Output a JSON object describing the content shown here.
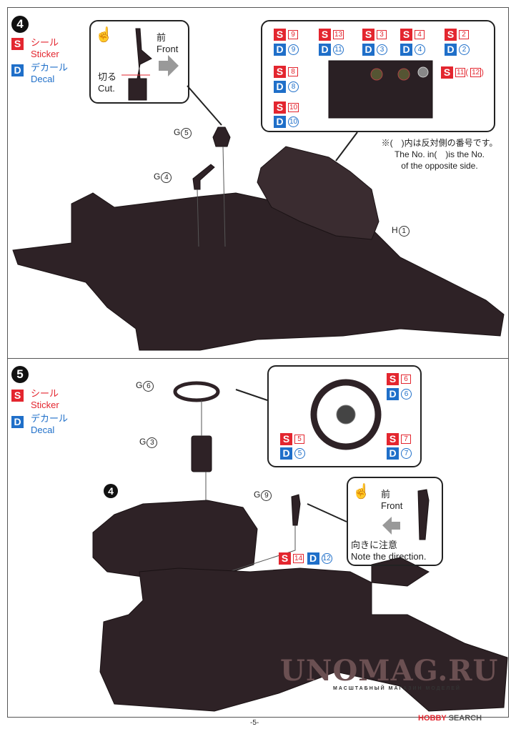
{
  "legend": {
    "S": "S",
    "D": "D",
    "sticker_jp": "シール",
    "sticker_en": "Sticker",
    "decal_jp": "デカール",
    "decal_en": "Decal"
  },
  "step4": {
    "number": "4",
    "shifter_callout": {
      "front_jp": "前",
      "front_en": "Front",
      "cut_jp": "切る",
      "cut_en": "Cut."
    },
    "parts": [
      {
        "letter": "G",
        "num": "5"
      },
      {
        "letter": "G",
        "num": "4"
      },
      {
        "letter": "H",
        "num": "1"
      }
    ],
    "dash_callout": {
      "items": [
        {
          "s": "9",
          "d": "9"
        },
        {
          "s": "13",
          "d": "11"
        },
        {
          "s": "3",
          "d": "3"
        },
        {
          "s": "4",
          "d": "4"
        },
        {
          "s": "2",
          "d": "2"
        },
        {
          "s": "8",
          "d": "8"
        },
        {
          "s": "10",
          "d": "10"
        }
      ],
      "side": {
        "s": "11",
        "paren_open": "(",
        "s_opposite": "12",
        "paren_close": ")"
      }
    },
    "note_jp": "※(　)内は反対側の番号です。",
    "note_en_1": "The No. in(　)is the No.",
    "note_en_2": "of the opposite side."
  },
  "step5": {
    "number": "5",
    "sub_ref": "4",
    "parts": [
      {
        "letter": "G",
        "num": "6"
      },
      {
        "letter": "G",
        "num": "3"
      },
      {
        "letter": "G",
        "num": "9"
      }
    ],
    "wheel_callout": {
      "items": [
        {
          "s": "6",
          "d": "6"
        },
        {
          "s": "5",
          "d": "5"
        },
        {
          "s": "7",
          "d": "7"
        }
      ]
    },
    "floor_marks": {
      "s": "14",
      "d": "12"
    },
    "lever_callout": {
      "front_jp": "前",
      "front_en": "Front",
      "note_jp": "向きに注意",
      "note_en": "Note the direction."
    }
  },
  "page_number": "-5-",
  "watermark": {
    "title": "UNOMAG.RU",
    "subtitle": "МАСШТАБНЫЙ МАГАЗИН МОДЕЛЕЙ",
    "hobby_a": "HOBBY",
    "hobby_b": "SEARCH"
  },
  "colors": {
    "sticker": "#e3262f",
    "decal": "#1f6fc9",
    "part": "#2e2226"
  }
}
